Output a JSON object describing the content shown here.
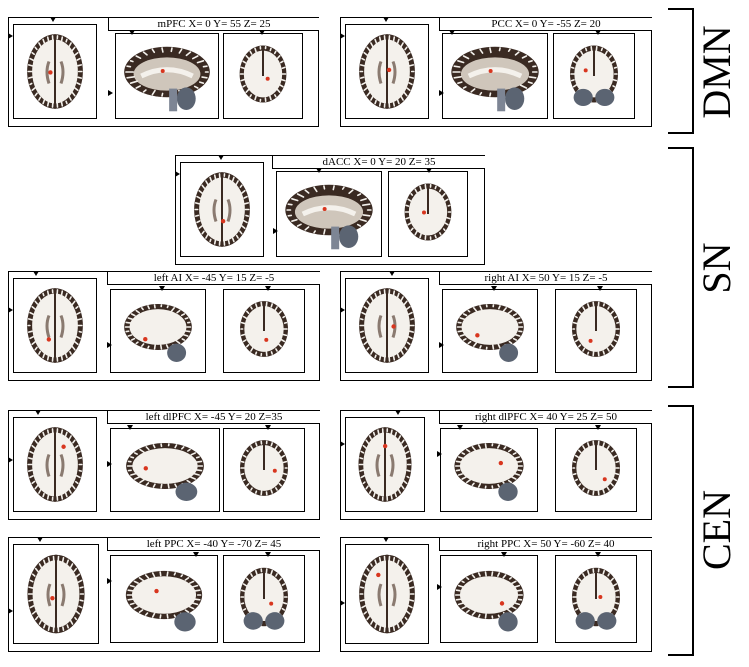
{
  "panels": [
    {
      "caption": "mPFC X= 0 Y= 55 Z= 25",
      "views": [
        "axial",
        "sagittal",
        "coronal"
      ]
    },
    {
      "caption": "PCC X= 0 Y= -55 Z= 20",
      "views": [
        "axial",
        "sagittal",
        "coronal-posterior"
      ]
    },
    {
      "caption": "dACC X= 0 Y= 20 Z= 35",
      "views": [
        "axial",
        "sagittal",
        "coronal"
      ]
    },
    {
      "caption": "left AI X= -45 Y= 15 Z= -5",
      "views": [
        "axial",
        "sagittal-lateral",
        "coronal"
      ]
    },
    {
      "caption": "right AI X= 50 Y= 15 Z= -5",
      "views": [
        "axial",
        "sagittal-lateral",
        "coronal"
      ]
    },
    {
      "caption": "left dlPFC X= -45 Y= 20 Z=35",
      "views": [
        "axial",
        "sagittal-lateral",
        "coronal"
      ]
    },
    {
      "caption": "right dlPFC X= 40 Y= 25 Z= 50",
      "views": [
        "axial",
        "sagittal-lateral",
        "coronal"
      ]
    },
    {
      "caption": "left PPC X= -40 Y= -70 Z= 45",
      "views": [
        "axial",
        "sagittal-lateral",
        "coronal-posterior"
      ]
    },
    {
      "caption": "right PPC X= 50 Y= -60 Z= 40",
      "views": [
        "axial",
        "sagittal-lateral",
        "coronal-posterior"
      ]
    }
  ],
  "networks": {
    "dmn": "DMN",
    "sn": "SN",
    "cen": "CEN"
  },
  "colors": {
    "cortex": "#3a2a22",
    "white_matter": "#f4f1ec",
    "highlight": "#d8361f",
    "cerebellum": "#5b6472"
  }
}
